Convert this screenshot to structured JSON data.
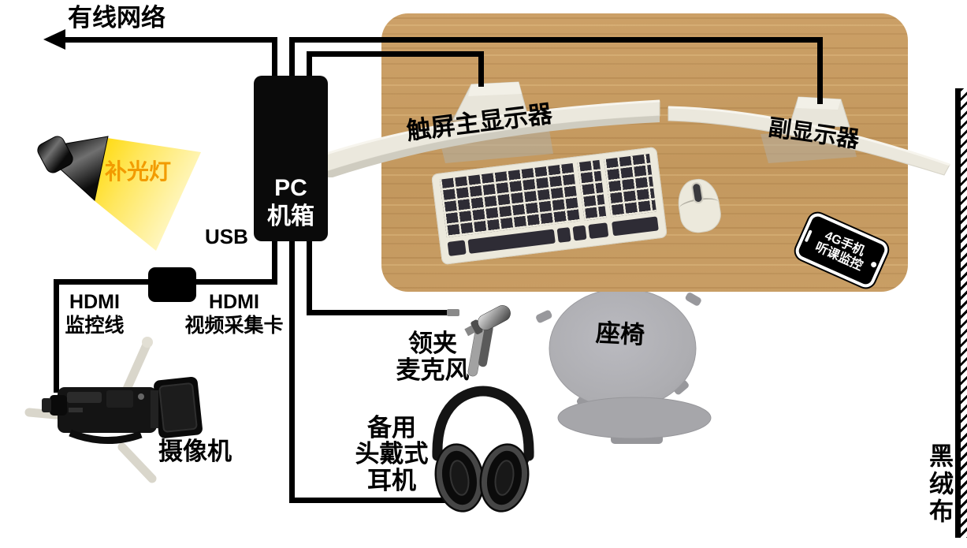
{
  "labels": {
    "wired_network": "有线网络",
    "fill_light": "补光灯",
    "pc_case": [
      "PC",
      "机箱"
    ],
    "usb": "USB",
    "hdmi_monitor_cable": [
      "HDMI",
      "监控线"
    ],
    "hdmi_capture_card": [
      "HDMI",
      "视频采集卡"
    ],
    "camera": "摄像机",
    "touch_main_display": "触屏主显示器",
    "secondary_display": "副显示器",
    "phone_monitor": [
      "4G手机",
      "听课监控"
    ],
    "lapel_mic": [
      "领夹",
      "麦克风"
    ],
    "chair": "座椅",
    "backup_headphones": [
      "备用",
      "头戴式",
      "耳机"
    ],
    "black_velvet": "黑绒布"
  },
  "colors": {
    "wire": "#000000",
    "desk_wood": "#c69a5f",
    "fill_light_text": "#f29b00",
    "beam_yellow": "#ffdf3a",
    "monitor_body": "#eae7dc",
    "chair_gray": "#aeaeb2",
    "keyboard_key": "#2e2c35",
    "device_cream": "#ece9dc"
  }
}
